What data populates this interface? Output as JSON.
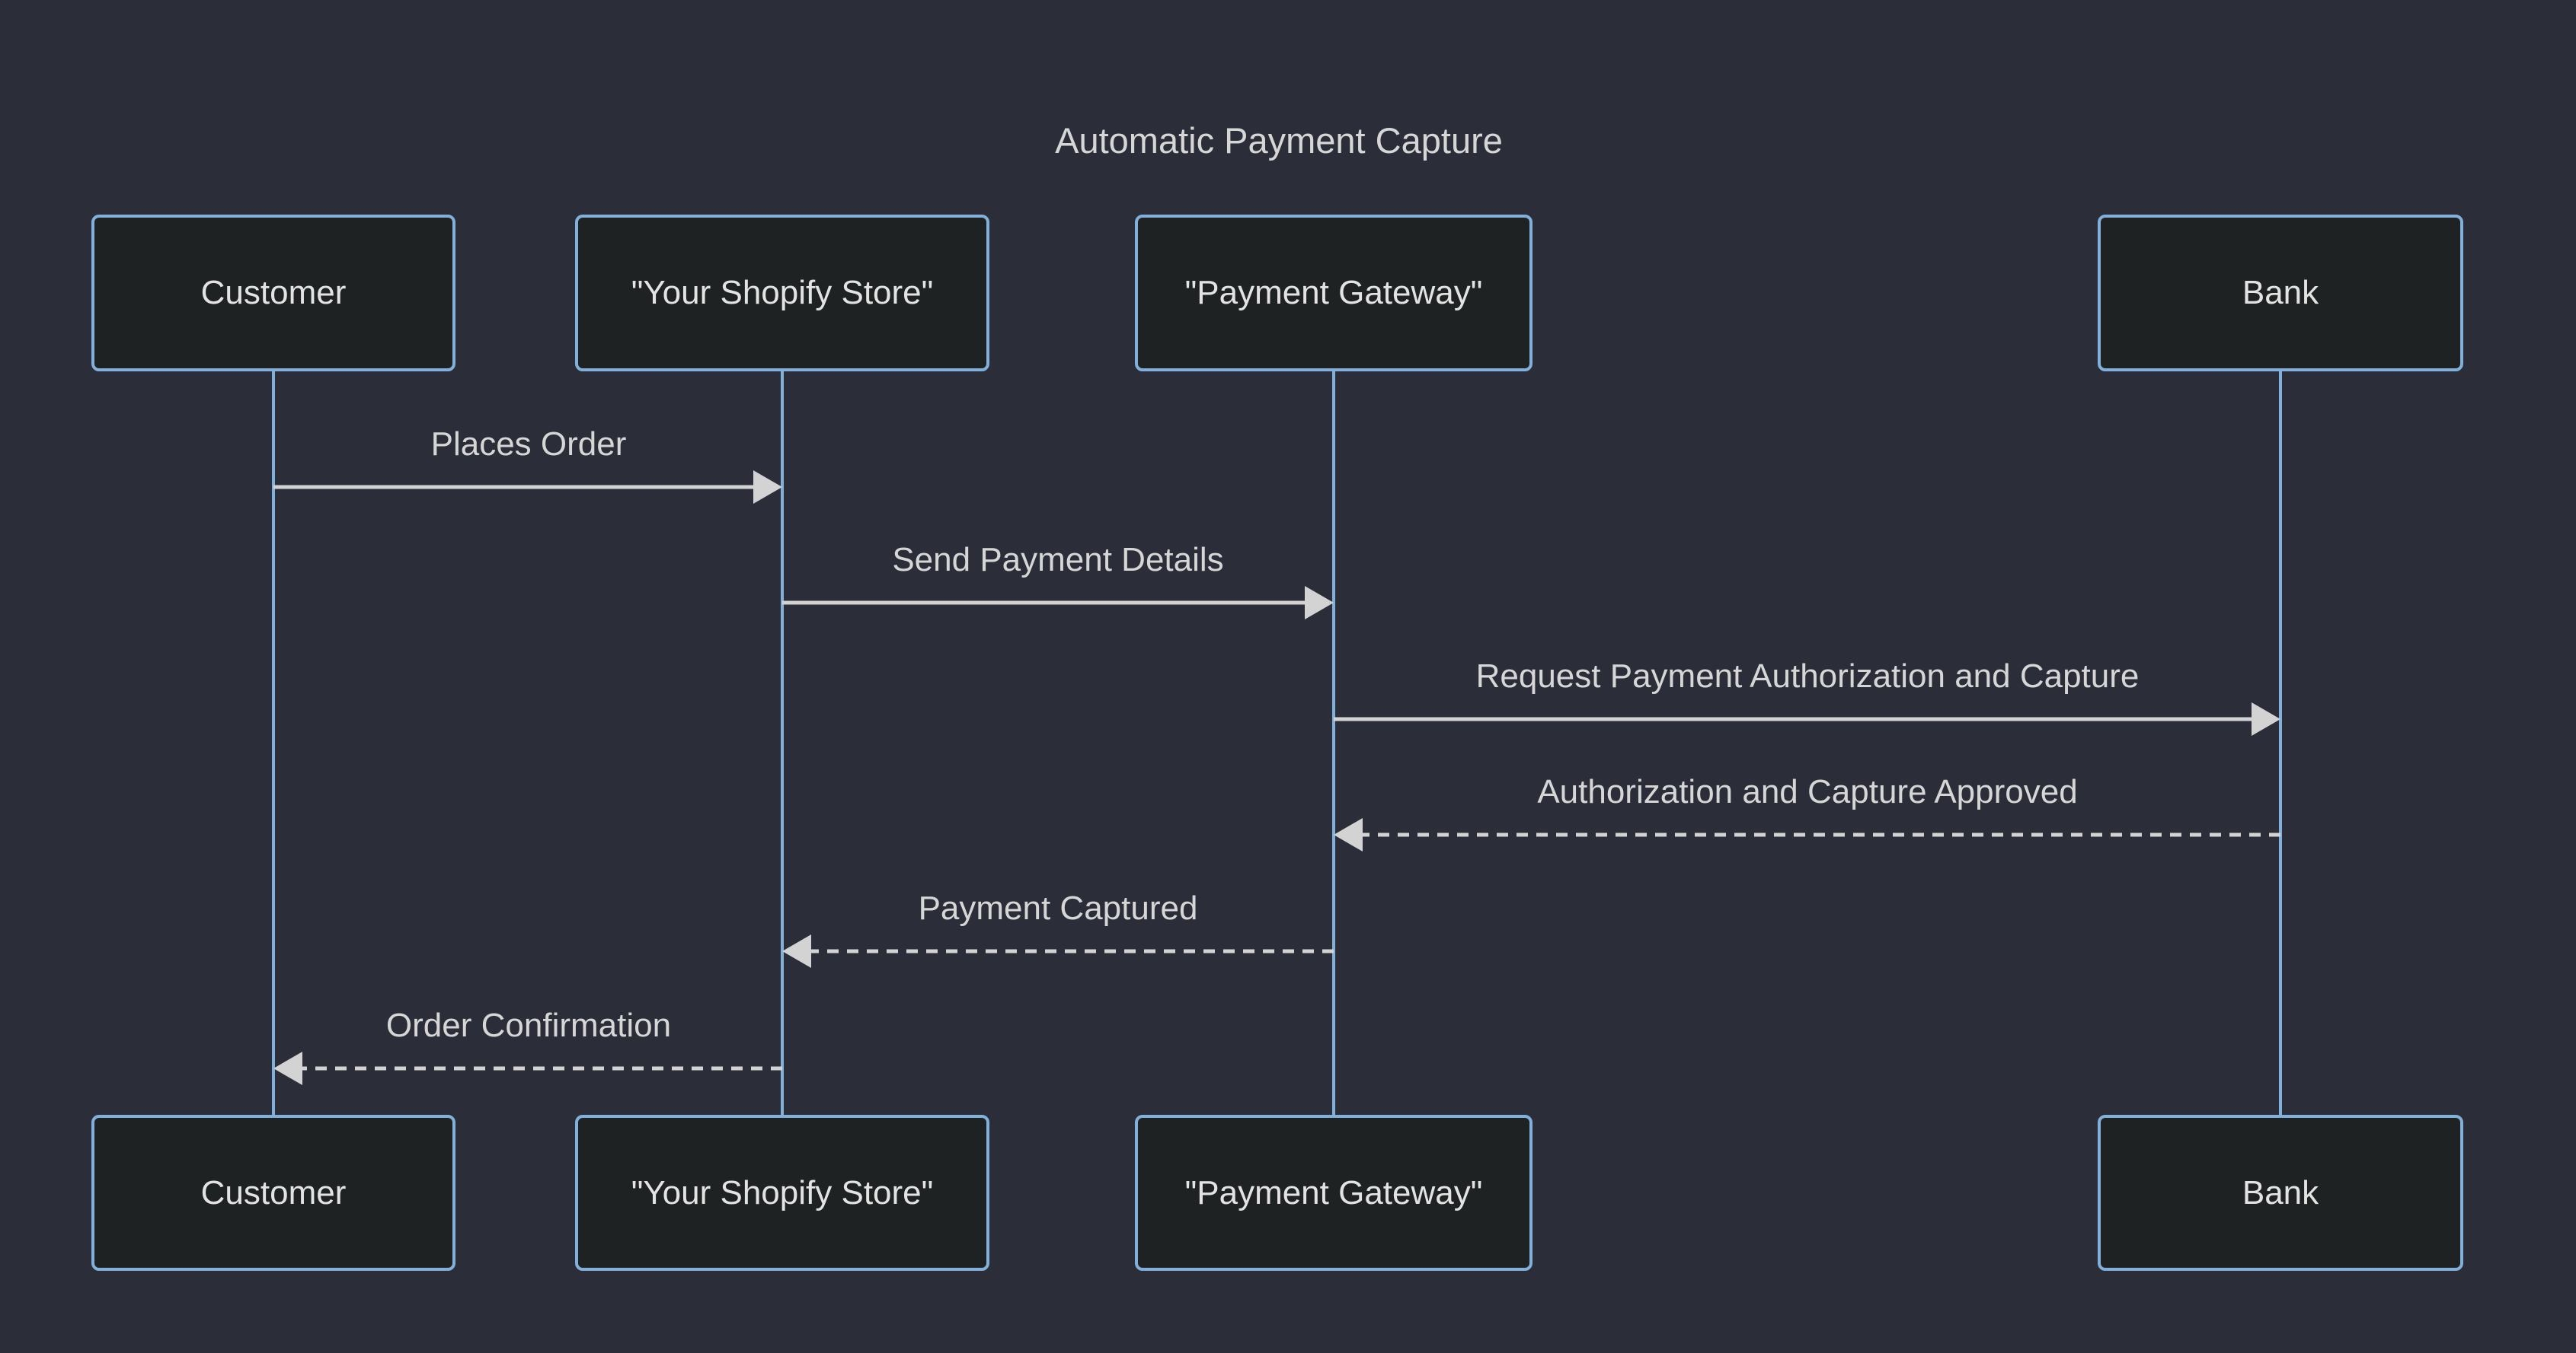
{
  "diagram": {
    "type": "sequence-diagram",
    "title": "Automatic Payment Capture",
    "actors": [
      {
        "id": "customer",
        "label": "Customer"
      },
      {
        "id": "shopify",
        "label": "\"Your Shopify Store\""
      },
      {
        "id": "gateway",
        "label": "\"Payment Gateway\""
      },
      {
        "id": "bank",
        "label": "Bank"
      }
    ],
    "messages": [
      {
        "from": "Customer",
        "to": "Your Shopify Store",
        "label": "Places Order",
        "line": "solid",
        "direction": "right"
      },
      {
        "from": "Your Shopify Store",
        "to": "Payment Gateway",
        "label": "Send Payment Details",
        "line": "solid",
        "direction": "right"
      },
      {
        "from": "Payment Gateway",
        "to": "Bank",
        "label": "Request Payment Authorization and Capture",
        "line": "solid",
        "direction": "right"
      },
      {
        "from": "Bank",
        "to": "Payment Gateway",
        "label": "Authorization and Capture Approved",
        "line": "dashed",
        "direction": "left"
      },
      {
        "from": "Payment Gateway",
        "to": "Your Shopify Store",
        "label": "Payment Captured",
        "line": "dashed",
        "direction": "left"
      },
      {
        "from": "Your Shopify Store",
        "to": "Customer",
        "label": "Order Confirmation",
        "line": "dashed",
        "direction": "left"
      }
    ],
    "colors": {
      "background": "#2b2e38",
      "actor_fill": "#1f2223",
      "actor_border": "#81b1db",
      "lifeline": "#81b1db",
      "signal": "#d3d3d3",
      "text": "#d6d6d6"
    }
  }
}
